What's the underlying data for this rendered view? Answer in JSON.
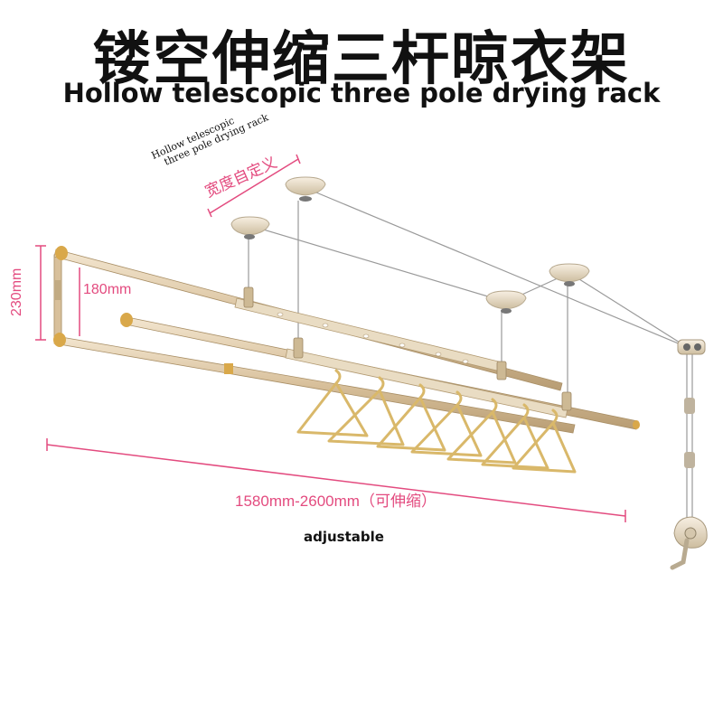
{
  "title": {
    "cn": "镂空伸缩三杆晾衣架",
    "en": "Hollow telescopic three pole drying rack"
  },
  "labels": {
    "small_en_line1": "Hollow telescopic",
    "small_en_line2": "three pole drying rack",
    "width_custom": "宽度自定义",
    "height_230": "230mm",
    "height_180": "180mm",
    "length_range": "1580mm-2600mm（可伸缩）",
    "adjustable": "adjustable"
  },
  "colors": {
    "accent": "#e34b7f",
    "pole": "#d9c3a0",
    "gold": "#d9a84a"
  }
}
